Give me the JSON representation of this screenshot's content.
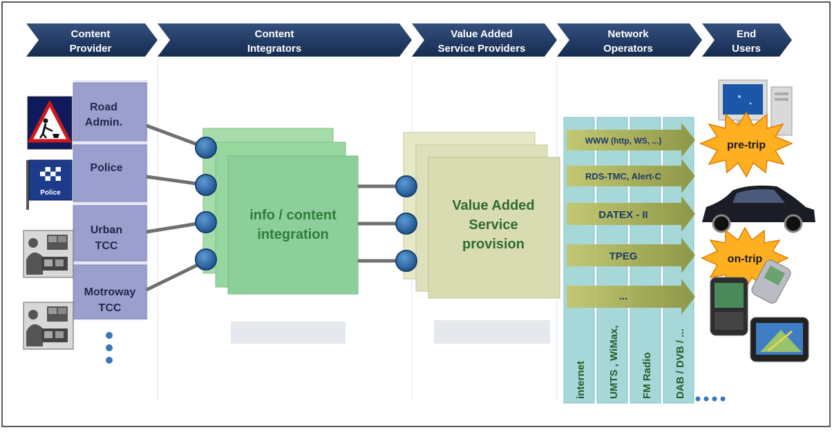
{
  "colors": {
    "chevron": "#1f3a66",
    "provider_box": "#9a9fce",
    "integration_box": "#8ccf9a",
    "service_box": "#d8dcb0",
    "node": "#2a6aa8",
    "network_column": "#9fd4d6",
    "arrow": "#a2a84e",
    "burst": "#ffb020",
    "integration_text": "#2e7d3a",
    "service_text": "#2f6b2f"
  },
  "chevrons": [
    {
      "line1": "Content",
      "line2": "Provider"
    },
    {
      "line1": "Content",
      "line2": "Integrators"
    },
    {
      "line1": "Value Added",
      "line2": "Service Providers"
    },
    {
      "line1": "Network",
      "line2": "Operators"
    },
    {
      "line1": "End",
      "line2": "Users"
    }
  ],
  "providers": [
    {
      "line1": "Road",
      "line2": "Admin.",
      "icon": "roadworks-sign-icon"
    },
    {
      "line1": "Police",
      "line2": "",
      "icon": "police-sign-icon"
    },
    {
      "line1": "Urban",
      "line2": "TCC",
      "icon": "traffic-control-center-icon"
    },
    {
      "line1": "Motroway",
      "line2": "TCC",
      "icon": "traffic-control-center-icon"
    }
  ],
  "police_sign_text": "Police",
  "integration": {
    "line1": "info / content",
    "line2": "integration"
  },
  "service": {
    "line1": "Value Added",
    "line2": "Service",
    "line3": "provision"
  },
  "networks": [
    "internet",
    "UMTS , WiMax,",
    "FM Radio",
    "DAB / DVB / ..."
  ],
  "protocols": [
    "WWW (http, WS, ...)",
    "RDS-TMC, Alert-C",
    "DATEX - II",
    "TPEG",
    "..."
  ],
  "end_users": {
    "pre_trip": "pre-trip",
    "on_trip": "on-trip",
    "devices": [
      "desktop-computer-icon",
      "car-icon",
      "mobile-phone-icon",
      "navigation-device-icon"
    ]
  }
}
